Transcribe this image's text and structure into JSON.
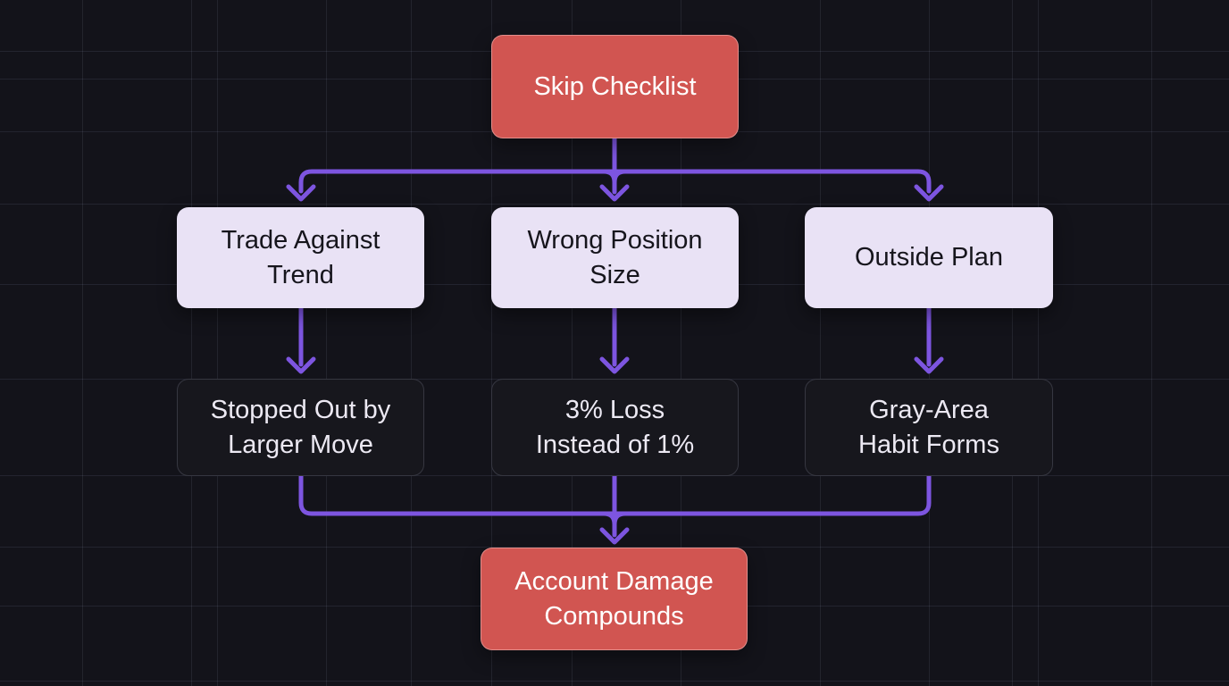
{
  "flowchart": {
    "root": {
      "label": "Skip Checklist"
    },
    "causes": [
      {
        "label": "Trade Against\nTrend"
      },
      {
        "label": "Wrong Position\nSize"
      },
      {
        "label": "Outside Plan"
      }
    ],
    "effects": [
      {
        "label": "Stopped Out by\nLarger Move"
      },
      {
        "label": "3% Loss\nInstead of 1%"
      },
      {
        "label": "Gray-Area\nHabit Forms"
      }
    ],
    "outcome": {
      "label": "Account Damage\nCompounds"
    }
  },
  "colors": {
    "background": "#13131a",
    "grid_line": "#2a2c3c",
    "node_red": "#d15551",
    "node_lavender": "#e9e2f5",
    "node_dark_bg": "#17171d",
    "node_dark_border": "#363741",
    "connector_purple": "#7d55e0",
    "text_light": "#ffffff",
    "text_light2": "#ece9f3",
    "text_dark": "#16151c"
  }
}
